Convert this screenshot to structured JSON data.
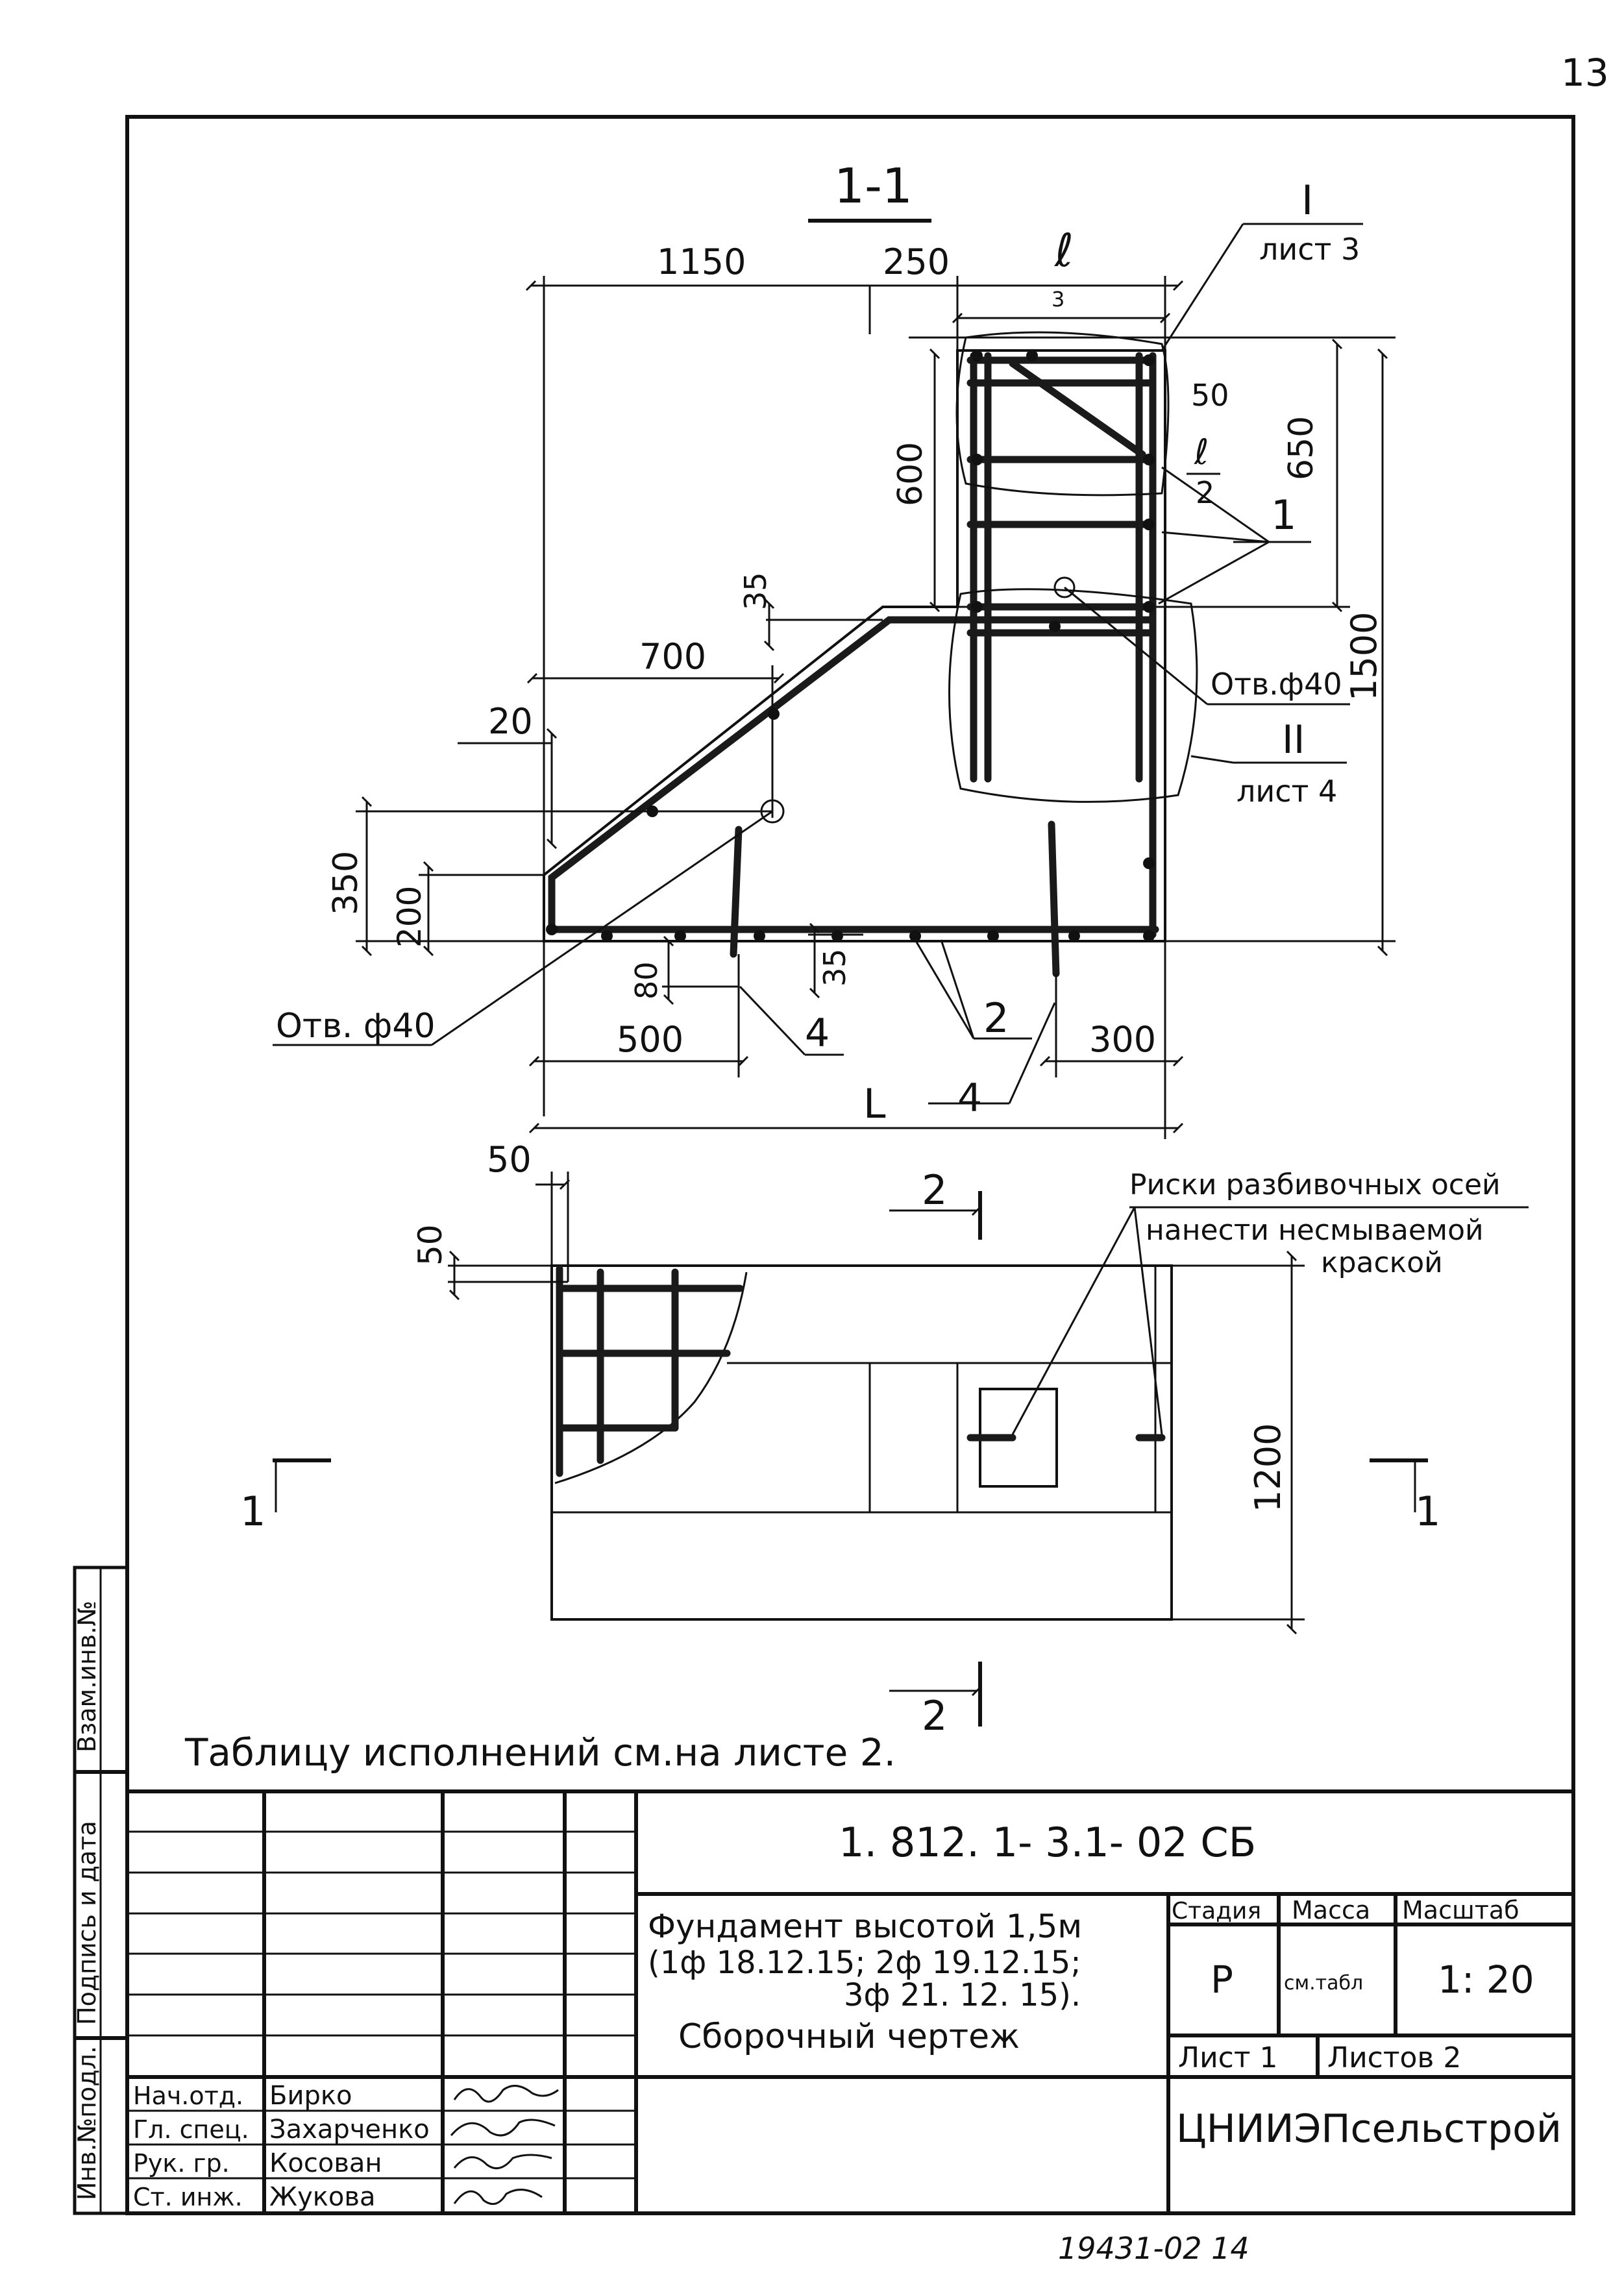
{
  "page_number": "13",
  "section_1_1": {
    "title": "1-1",
    "callout_I": {
      "mark": "I",
      "sheet": "лист 3"
    },
    "callout_II": {
      "mark": "II",
      "sheet": "лист 4"
    },
    "hole_right": "Отв.ф40",
    "hole_left": "Отв. ф40",
    "dims": {
      "d1150": "1150",
      "d250": "250",
      "dl": "ℓ",
      "d3": "3",
      "d50": "50",
      "dl_num": "ℓ",
      "dl_den": "2",
      "d650": "650",
      "d600": "600",
      "d35_top": "35",
      "d1500": "1500",
      "d700": "700",
      "d20": "20",
      "d350": "350",
      "d200": "200",
      "d80": "80",
      "d35_bot": "35",
      "d500": "500",
      "d300": "300",
      "dL": "L"
    },
    "positions": {
      "p1": "1",
      "p2": "2",
      "p4a": "4",
      "p4b": "4"
    }
  },
  "plan": {
    "d50_top": "50",
    "d50_left": "50",
    "d1200": "1200",
    "cut_top": "2",
    "cut_bottom": "2",
    "cut_left": "1",
    "cut_right": "1",
    "note_line1": "Риски разбивочных осей",
    "note_line2": "нанести несмываемой",
    "note_line3": "краской"
  },
  "table_ref_note": "Таблицу исполнений см.на листе 2.",
  "title_block": {
    "doc_code": "1. 812. 1- 3.1- 02 СБ",
    "title_line1": "Фундамент высотой 1,5м",
    "title_line2": "(1ф 18.12.15; 2ф 19.12.15;",
    "title_line3": "3ф 21. 12. 15).",
    "title_line4": "Сборочный чертеж",
    "stage_header": "Стадия",
    "mass_header": "Масса",
    "scale_header": "Масштаб",
    "stage_value": "Р",
    "mass_value": "см.табл",
    "scale_value": "1: 20",
    "sheet_label": "Лист 1",
    "sheets_label": "Листов 2",
    "organization": "ЦНИИЭПсельстрой",
    "staff": [
      {
        "role": "Нач.отд.",
        "name": "Бирко"
      },
      {
        "role": "Гл. спец.",
        "name": "Захарченко"
      },
      {
        "role": "Рук. гр.",
        "name": "Косован"
      },
      {
        "role": "Ст. инж.",
        "name": "Жукова"
      }
    ]
  },
  "side_stamp": {
    "inv_orig": "Инв.№подл.",
    "sign_date": "Подпись и дата",
    "inv_repl": "Взам.инв.№"
  },
  "footer_number": "19431-02   14"
}
